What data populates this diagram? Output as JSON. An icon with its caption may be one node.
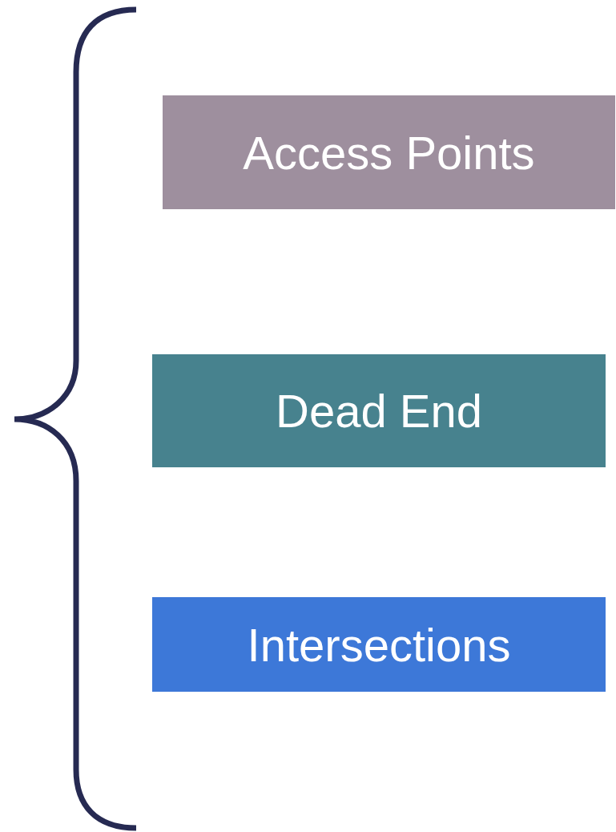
{
  "diagram": {
    "nodes": [
      {
        "text": [
          "Access Points"
        ]
      },
      {
        "text": [
          "Dead End"
        ]
      },
      {
        "text": [
          "Intersections"
        ]
      }
    ]
  }
}
